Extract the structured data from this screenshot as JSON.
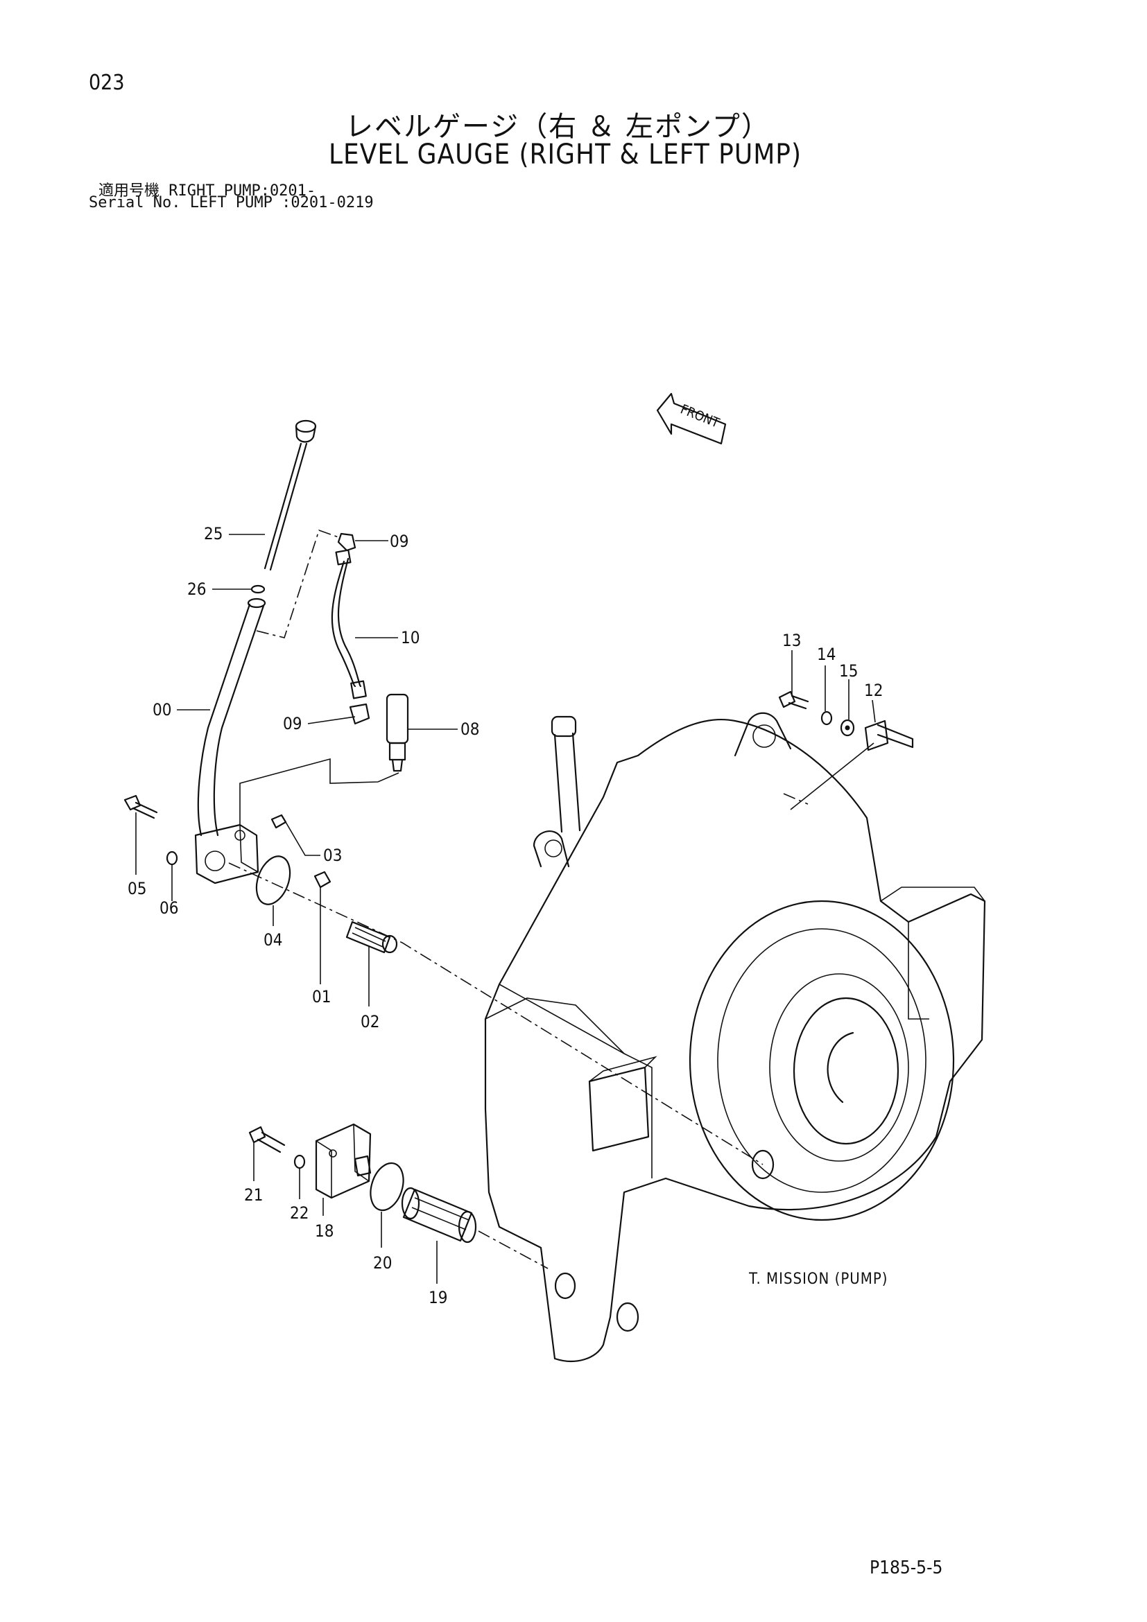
{
  "header": {
    "page_number": "023",
    "title_ja": "レベルゲージ（右 ＆ 左ポンプ）",
    "title_en": "LEVEL GAUGE (RIGHT & LEFT PUMP)",
    "serial_line_1": "適用号機  RIGHT PUMP:0201-",
    "serial_line_2": "Serial No. LEFT PUMP :0201-0219"
  },
  "diagram": {
    "front_label": "FRONT",
    "assembly_label": "T. MISSION (PUMP)",
    "part_callouts": [
      "25",
      "26",
      "09",
      "10",
      "00",
      "09",
      "08",
      "03",
      "05",
      "06",
      "04",
      "01",
      "02",
      "13",
      "14",
      "15",
      "12",
      "21",
      "22",
      "18",
      "20",
      "19"
    ]
  },
  "footer": {
    "document_code": "P185-5-5"
  }
}
